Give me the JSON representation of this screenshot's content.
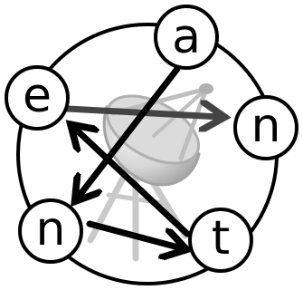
{
  "letters": {
    "top": "a",
    "left_upper": "e",
    "right": "n",
    "left_lower": "n",
    "bottom": "t"
  },
  "icon": "satellite-dish-icon",
  "colors": {
    "stroke": "#000000",
    "dark_arrow": "#444444",
    "dish_light": "#cfcfcf",
    "dish_dark": "#9a9a9a",
    "background": "#ffffff"
  }
}
